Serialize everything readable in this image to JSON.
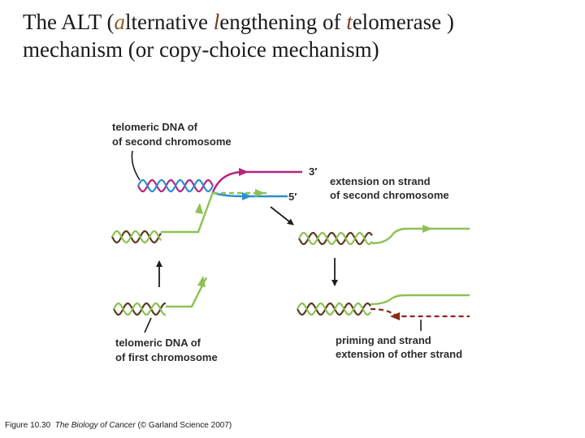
{
  "title": {
    "t1": "The ALT (",
    "t2": "a",
    "t3": "lternative ",
    "t4": "l",
    "t5": "engthening of ",
    "t6": "t",
    "t7": "elomerase )",
    "line2": "mechanism (or copy-choice mechanism)"
  },
  "labels": {
    "second_chrom_1": "telomeric DNA of",
    "second_chrom_2": "of second chromosome",
    "three_prime": "3′",
    "five_prime": "5′",
    "extension_1": "extension on strand",
    "extension_2": "of second chromosome",
    "first_chrom_1": "telomeric DNA of",
    "first_chrom_2": "of first chromosome",
    "priming_1": "priming and strand",
    "priming_2": "extension of other strand"
  },
  "caption": {
    "figure": "Figure 10.30",
    "book": "The Biology of Cancer",
    "credit": "(© Garland Science 2007)"
  },
  "colors": {
    "magenta": "#b5247e",
    "blue": "#2a8fcf",
    "green": "#8cc152",
    "brown": "#5a3a22",
    "dark": "#1e1e1e"
  }
}
